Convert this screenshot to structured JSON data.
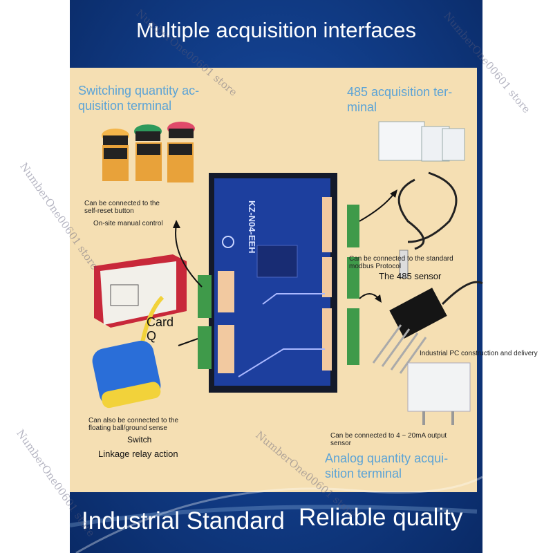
{
  "title": "Multiple acquisition interfaces",
  "sections": {
    "switching": {
      "heading_line1": "Switching quantity ac-",
      "heading_line2": "quisition terminal",
      "note_line1": "Can be connected to the",
      "note_line2": "self-reset button",
      "note2": "On-site manual control"
    },
    "rs485": {
      "heading_line1": "485 acquisition ter-",
      "heading_line2": "minal",
      "note_line1": "Can be connected to the standard",
      "note_line2": "modbus Protocol",
      "note2": "The 485 sensor"
    },
    "card": {
      "label_line1": "Card",
      "label_line2": "Q"
    },
    "floating": {
      "note_line1": "Can also be connected to the",
      "note_line2": "floating ball/ground sense",
      "note2": "Switch",
      "note3": "Linkage relay action"
    },
    "industrial_pc": {
      "note": "Industrial PC construction and delivery"
    },
    "analog": {
      "note_line1": "Can be connected to 4 ~ 20mA output",
      "note_line2": "sensor",
      "heading_line1": "Analog quantity acqui-",
      "heading_line2": "sition terminal"
    }
  },
  "device": {
    "model": "KZ-N04-EEH"
  },
  "footer": {
    "left": "Industrial Standard",
    "right": "Reliable quality"
  },
  "watermark": "NumberOne00601 store",
  "colors": {
    "poster_blue": "#123f8c",
    "panel_beige": "#f5dfb3",
    "heading_blue": "#5ba3d6",
    "terminal_green": "#3f9a4a",
    "device_blue": "#1d3f9e"
  },
  "icons": {
    "buttons": [
      "yellow-push-button-icon",
      "green-push-button-icon",
      "red-push-button-icon"
    ],
    "sensors": [
      "rs485-sensor-box-icon",
      "soil-probe-icon",
      "analog-transmitter-icon"
    ],
    "relay": "relay-detector-icon",
    "float": "float-switch-icon"
  }
}
